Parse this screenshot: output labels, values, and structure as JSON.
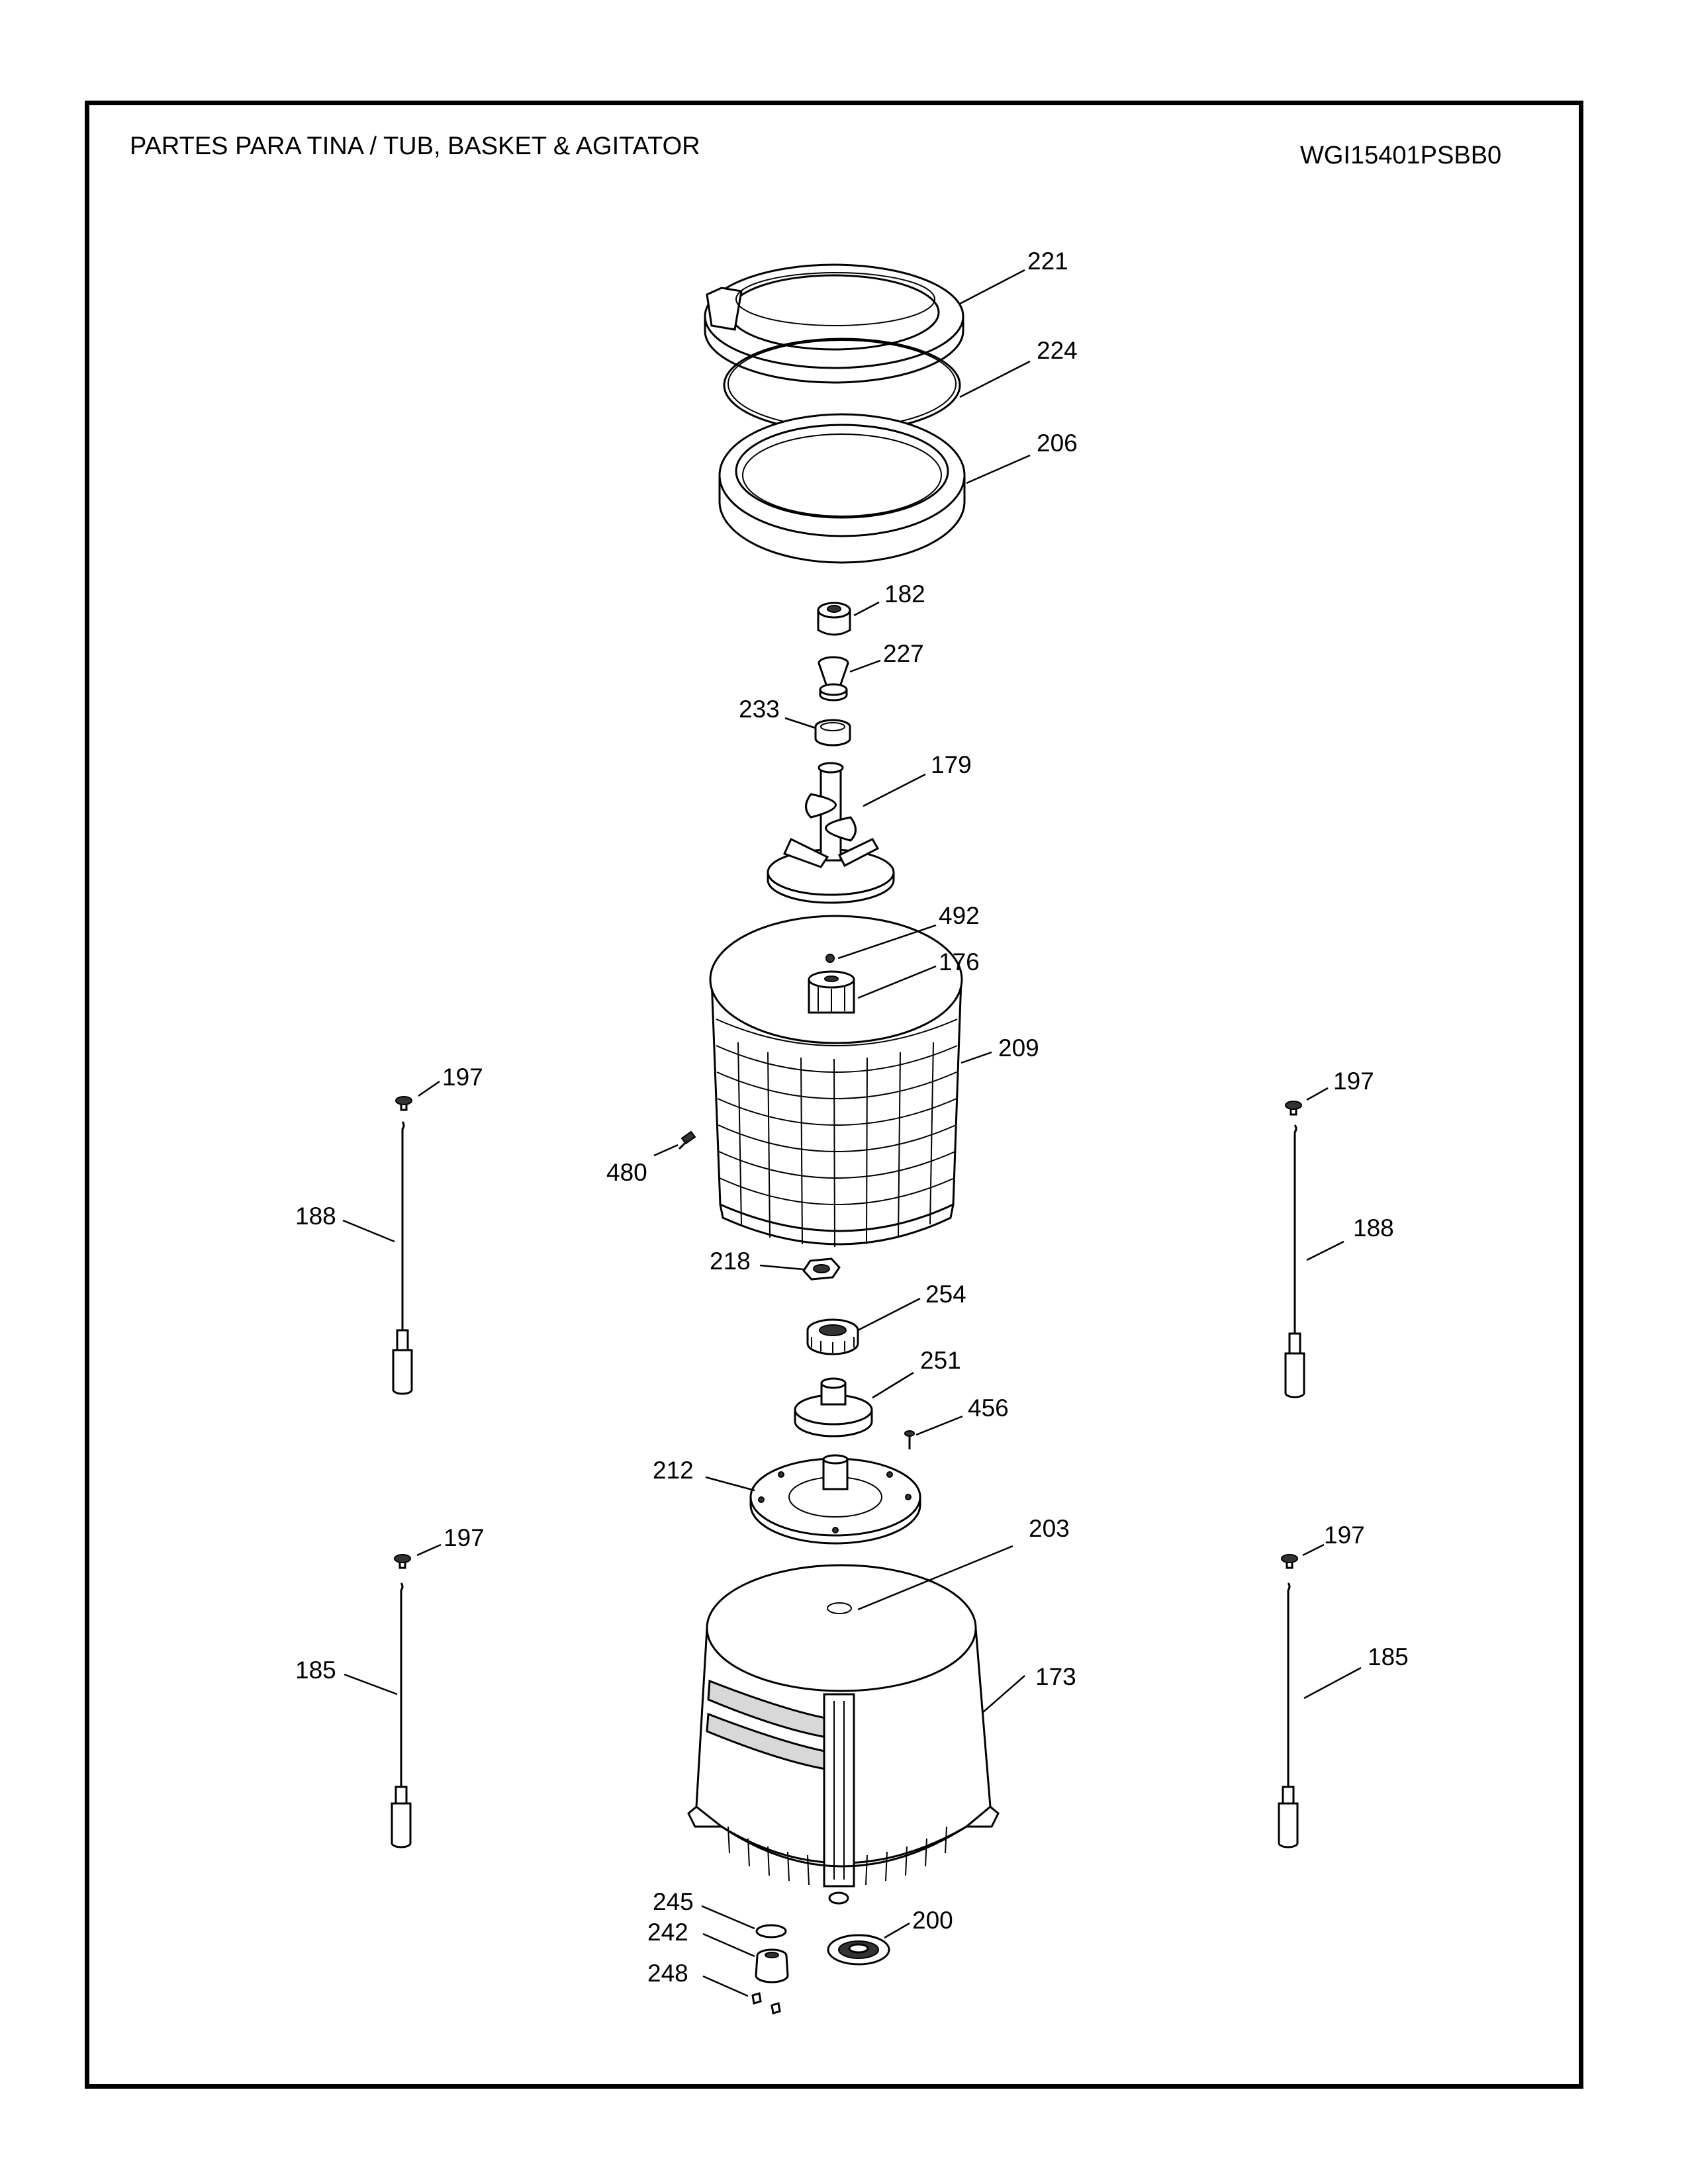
{
  "header": {
    "title": "PARTES PARA TINA  /  TUB, BASKET & AGITATOR",
    "model": "WGI15401PSBB0"
  },
  "callouts": {
    "p221": "221",
    "p224": "224",
    "p206": "206",
    "p182": "182",
    "p227": "227",
    "p233": "233",
    "p179": "179",
    "p492": "492",
    "p176": "176",
    "p209": "209",
    "p480": "480",
    "p197_ul": "197",
    "p197_ur": "197",
    "p188_l": "188",
    "p188_r": "188",
    "p218": "218",
    "p254": "254",
    "p251": "251",
    "p456": "456",
    "p212": "212",
    "p203": "203",
    "p197_ll": "197",
    "p197_lr": "197",
    "p185_l": "185",
    "p185_r": "185",
    "p173": "173",
    "p245": "245",
    "p242": "242",
    "p248": "248",
    "p200": "200"
  }
}
